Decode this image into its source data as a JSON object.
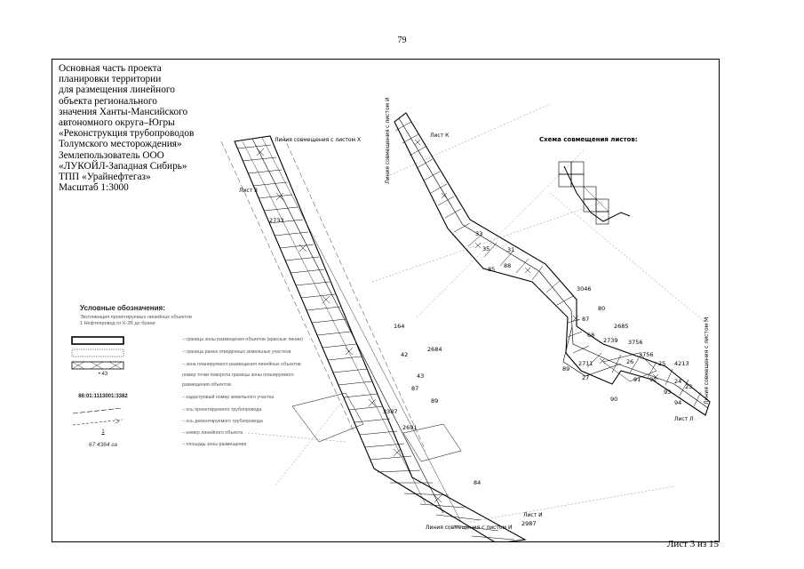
{
  "page_number": "79",
  "sheet_label": "Лист 3 из 15",
  "title_block": {
    "lines": [
      "Основная часть проекта",
      "планировки территории",
      "для размещения линейного",
      "объекта регионального",
      "значения Ханты-Мансийского",
      "автономного округа–Югры",
      "«Реконструкция трубопроводов",
      "Толумского месторождения»",
      "Землепользователь ООО",
      "«ЛУКОЙЛ-Западная Сибирь»",
      "ТПП «Урайнефтегаз»",
      "Масштаб 1:3000"
    ]
  },
  "drawing_labels": {
    "scheme_title": "Схема совмещения листов:",
    "sheet_3": "Лист 3",
    "sheet_k": "Лист К",
    "sheet_i": "Лист И",
    "sheet_l": "Лист Л",
    "match_x": "Линия совмещения с листом Х",
    "match_i_top": "Линия совмещения с листом И",
    "match_i_bottom": "Линия совмещения с листом И",
    "match_m": "Линия совмещения с листом М"
  },
  "plan_numbers": {
    "n2733": "2733",
    "n2684": "2684",
    "n3387": "3387",
    "n2691": "2691",
    "n3046": "3046",
    "n2685": "2685",
    "n2739": "2739",
    "n3756a": "3756",
    "n3756b": "3756",
    "n4213": "4213",
    "n33": "33",
    "n35": "35",
    "n31": "31",
    "n88": "88",
    "n85": "85",
    "n80": "80",
    "n87": "87",
    "n68": "68",
    "n89": "89",
    "n2711": "2711",
    "n27": "27",
    "n91": "91",
    "n90": "90",
    "n26": "26",
    "n92": "92",
    "n25": "25",
    "n24": "24",
    "n93": "93",
    "n94": "94",
    "n23": "23",
    "n84": "84",
    "n164": "164",
    "n87b": "87",
    "n89b": "89",
    "n42": "42",
    "n43": "43",
    "n2987": "2987"
  },
  "legend": {
    "heading": "Условные обозначения:",
    "explication_1": "Экспликация проектируемых линейных объектов",
    "explication_2": "1 Нефтепровод от К-2В до брани",
    "items": [
      {
        "text": "– граница зоны размещения объектов (красные линии)"
      },
      {
        "text": "– граница ранее отведенных земельных участков"
      },
      {
        "text": "– зона планируемого размещения линейных объектов"
      },
      {
        "symbol": "• 43",
        "text": "номер точки поворота границы зоны планируемого"
      },
      {
        "text": "размещения объектов"
      },
      {
        "code": "86:01:1113001:3382",
        "text": "– кадастровый номер земельного участка"
      },
      {
        "text": "– ось проектируемого трубопровода"
      },
      {
        "text": "– ось демонтируемого трубопровода"
      },
      {
        "symbol": "1",
        "text": "– номер линейного объекта"
      },
      {
        "area": "67 4364 га",
        "text": "– площадь зоны размещения"
      }
    ]
  },
  "colors": {
    "line": "#000000",
    "text_gray": "#555555"
  }
}
